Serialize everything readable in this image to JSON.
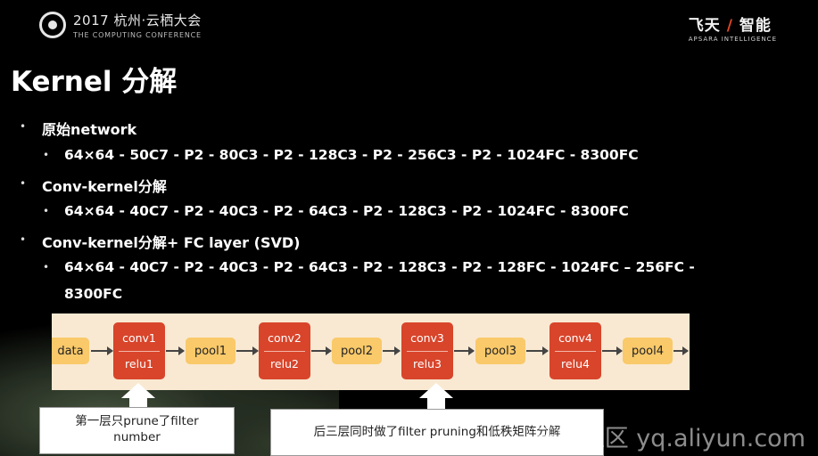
{
  "header": {
    "event_title": "2017 杭州·云栖大会",
    "event_subtitle": "THE COMPUTING CONFERENCE",
    "brand_main_a": "飞天",
    "brand_slash": "/",
    "brand_main_b": "智能",
    "brand_sub": "APSARA INTELLIGENCE"
  },
  "page_title": "Kernel 分解",
  "bullets": [
    {
      "label": "原始network",
      "detail": "64×64 - 50C7 - P2 - 80C3 - P2 - 128C3 - P2 - 256C3 - P2 - 1024FC - 8300FC"
    },
    {
      "label": "Conv-kernel分解",
      "detail": "64×64 - 40C7 - P2 - 40C3 - P2 - 64C3 - P2 - 128C3 - P2 - 1024FC - 8300FC"
    },
    {
      "label": "Conv-kernel分解+ FC layer (SVD)",
      "detail_line1": "64×64 - 40C7 - P2 - 40C3 - P2 - 64C3 - P2 - 128C3 - P2 - 128FC - 1024FC – 256FC -",
      "detail_line2": "8300FC"
    }
  ],
  "diagram": {
    "data": "data",
    "conv1": "conv1",
    "relu1": "relu1",
    "pool1": "pool1",
    "conv2": "conv2",
    "relu2": "relu2",
    "pool2": "pool2",
    "conv3": "conv3",
    "relu3": "relu3",
    "pool3": "pool3",
    "conv4": "conv4",
    "relu4": "relu4",
    "pool4": "pool4"
  },
  "notes": {
    "left": "第一层只prune了filter number",
    "right": "后三层同时做了filter pruning和低秩矩阵分解"
  },
  "watermark": "云栖社区 yq.aliyun.com",
  "colors": {
    "layer_red": "#d8452b",
    "io_yellow": "#f9c96a",
    "diagram_bg": "#f9e9d2",
    "accent": "#e44826"
  }
}
